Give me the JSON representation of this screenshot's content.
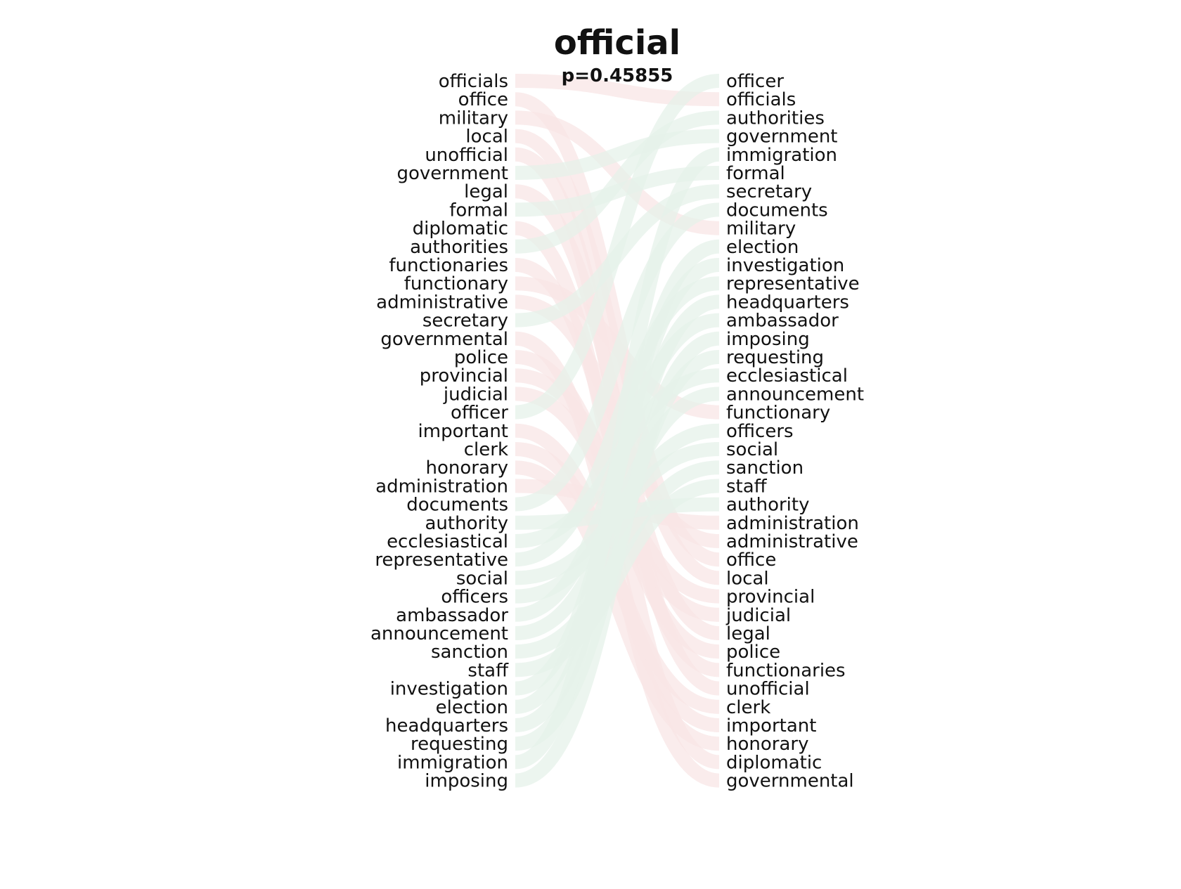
{
  "chart_data": {
    "type": "bump",
    "title": "official",
    "subtitle": "p=0.45855",
    "left_words": [
      "officials",
      "office",
      "military",
      "local",
      "unofficial",
      "government",
      "legal",
      "formal",
      "diplomatic",
      "authorities",
      "functionaries",
      "functionary",
      "administrative",
      "secretary",
      "governmental",
      "police",
      "provincial",
      "judicial",
      "officer",
      "important",
      "clerk",
      "honorary",
      "administration",
      "documents",
      "authority",
      "ecclesiastical",
      "representative",
      "social",
      "officers",
      "ambassador",
      "announcement",
      "sanction",
      "staff",
      "investigation",
      "election",
      "headquarters",
      "requesting",
      "immigration",
      "imposing"
    ],
    "right_words": [
      "officer",
      "officials",
      "authorities",
      "government",
      "immigration",
      "formal",
      "secretary",
      "documents",
      "military",
      "election",
      "investigation",
      "representative",
      "headquarters",
      "ambassador",
      "imposing",
      "requesting",
      "ecclesiastical",
      "announcement",
      "functionary",
      "officers",
      "social",
      "sanction",
      "staff",
      "authority",
      "administration",
      "administrative",
      "office",
      "local",
      "provincial",
      "judicial",
      "legal",
      "police",
      "functionaries",
      "unofficial",
      "clerk",
      "important",
      "honorary",
      "diplomatic",
      "governmental"
    ],
    "colors": {
      "rank_drop": "#f8e6e6",
      "rank_rise": "#e6f2ea",
      "text": "#111111"
    }
  }
}
